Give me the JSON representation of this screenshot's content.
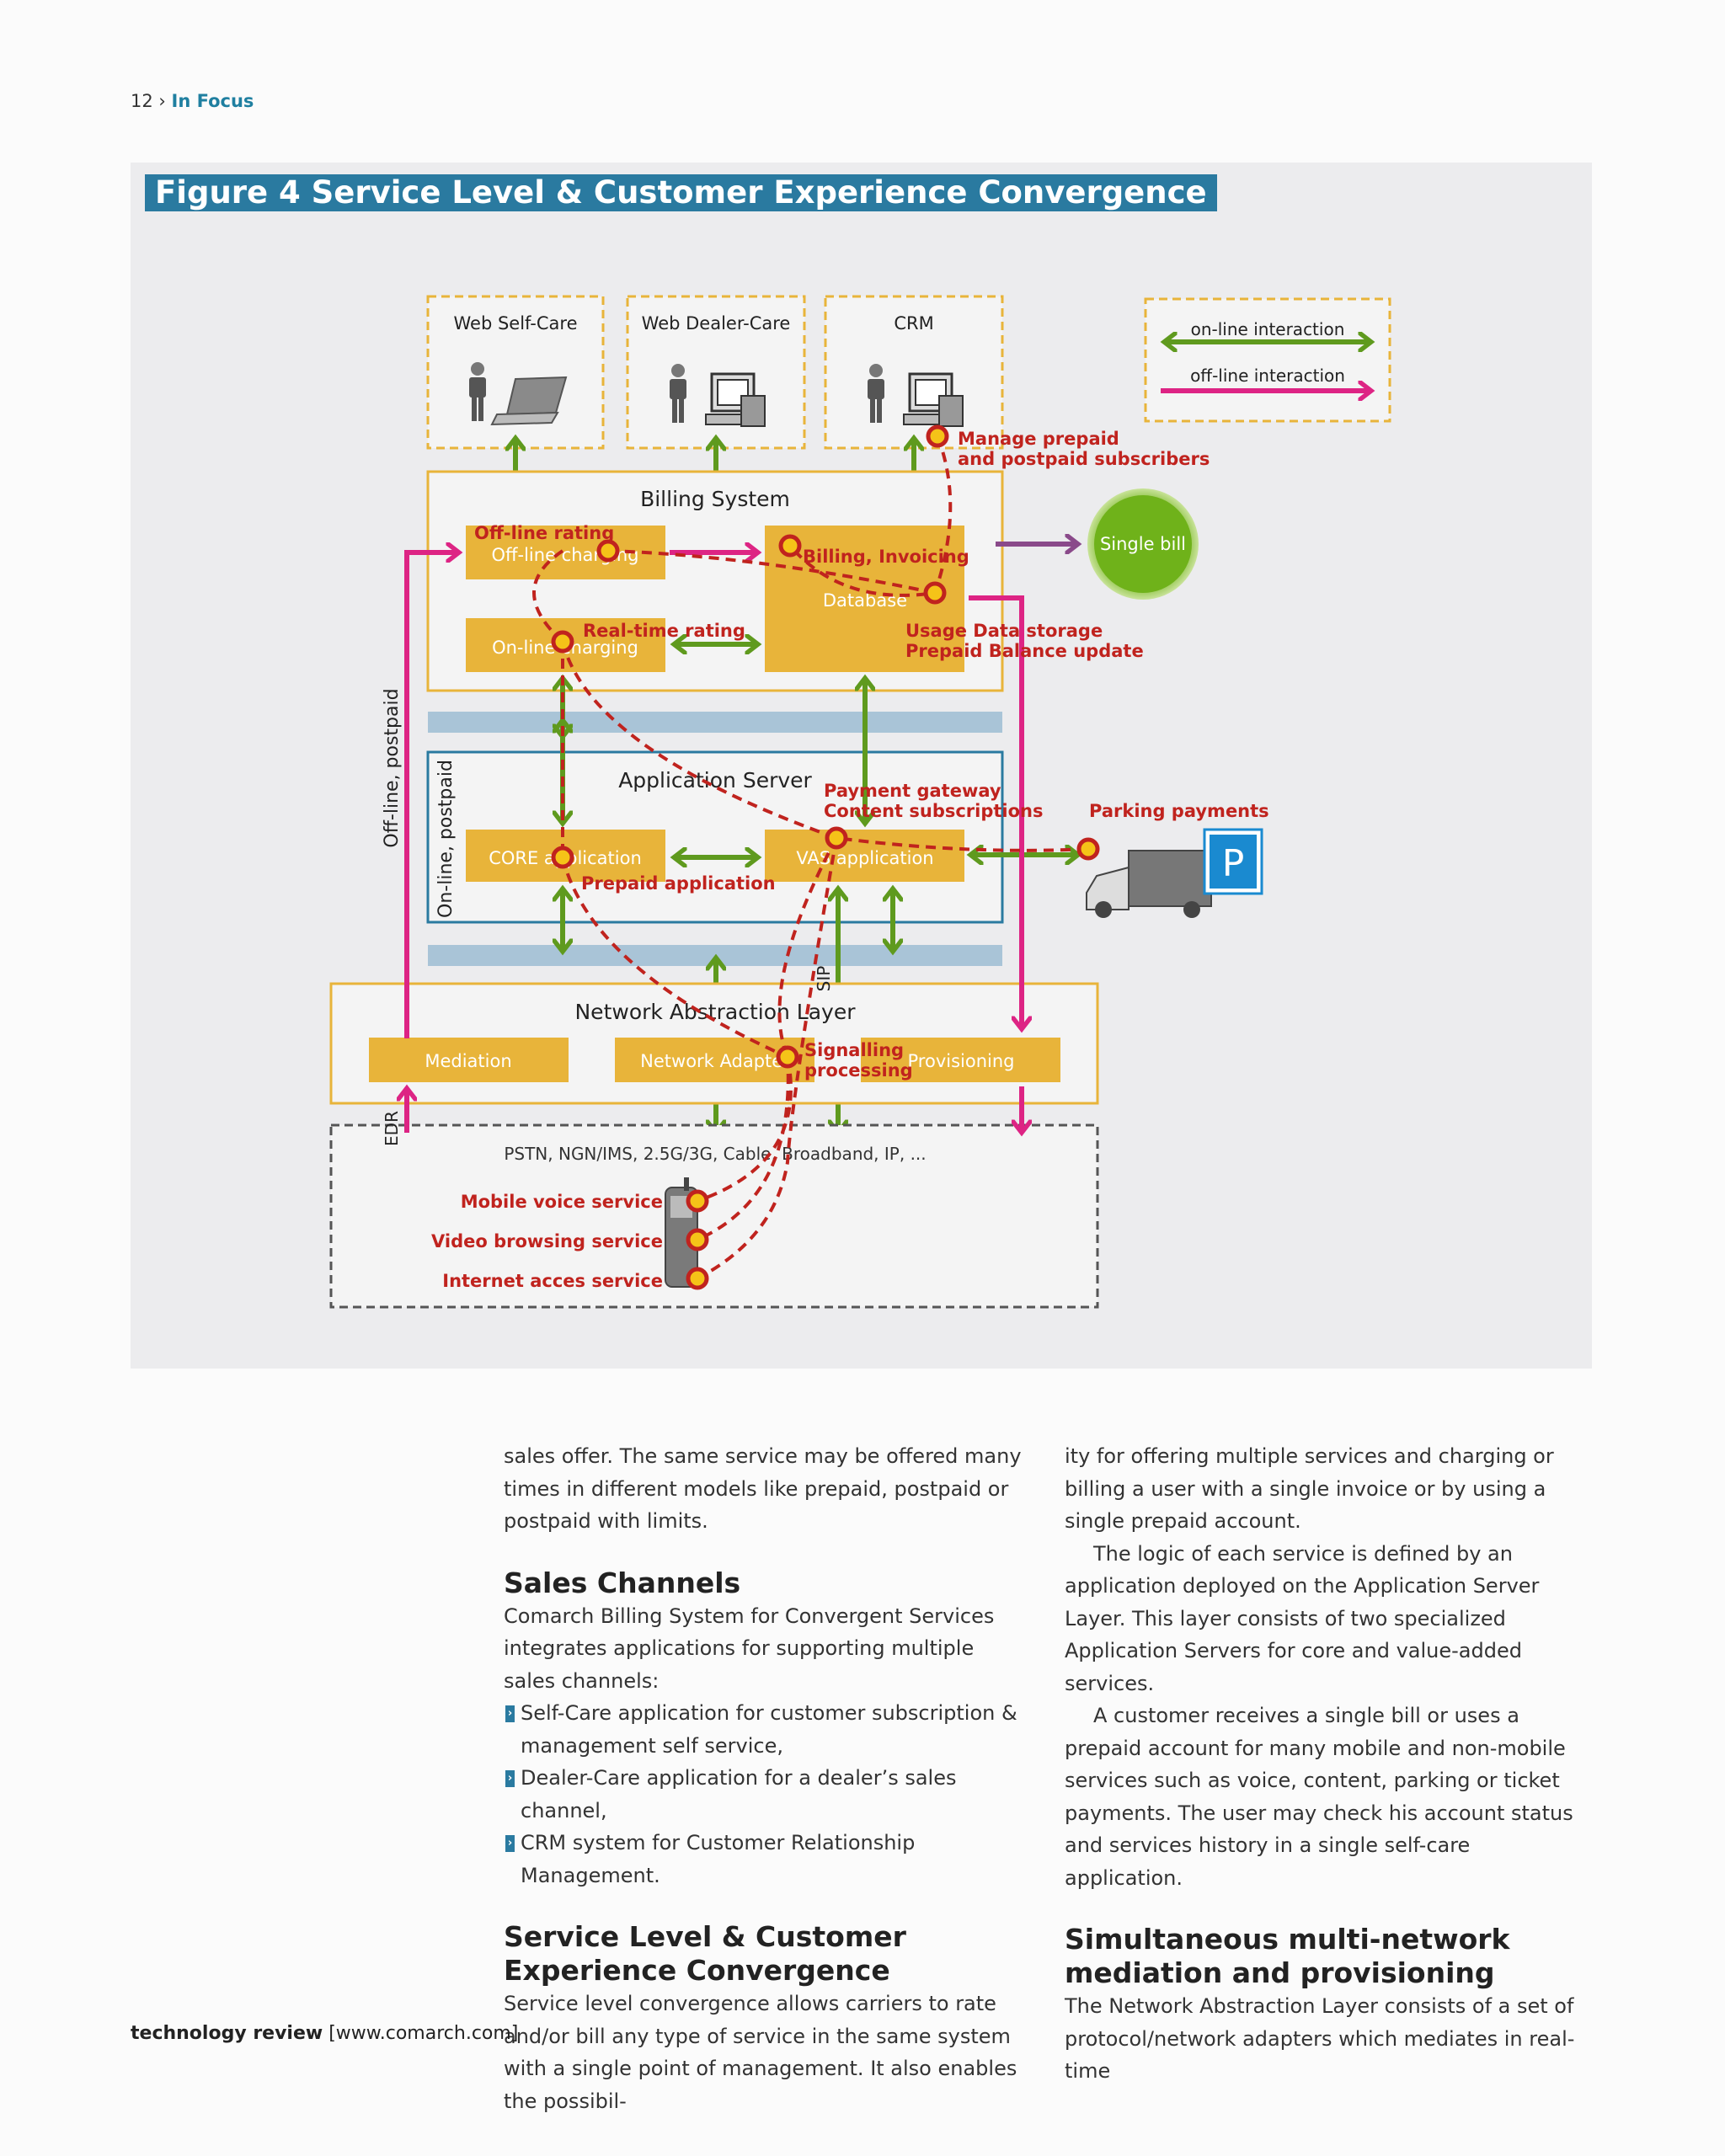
{
  "header": {
    "page_number": "12",
    "separator": "›",
    "section": "In Focus"
  },
  "figure": {
    "title": "Figure 4 Service Level & Customer Experience Convergence",
    "channels": [
      "Web Self-Care",
      "Web Dealer-Care",
      "CRM"
    ],
    "legend": {
      "online": "on-line interaction",
      "offline": "off-line interaction"
    },
    "billing": {
      "title": "Billing System",
      "offline_charging": "Off-line charging",
      "online_charging": "On-line charging",
      "database": "Database"
    },
    "single_bill": "Single bill",
    "app_server": {
      "title": "Application Server",
      "core": "CORE application",
      "vas": "VAS application"
    },
    "nal": {
      "title": "Network Abstraction Layer",
      "mediation": "Mediation",
      "adapter": "Network Adapter",
      "provisioning": "Provisioning"
    },
    "networks": "PSTN, NGN/IMS, 2.5G/3G, Cable, Broadband, IP, ...",
    "side_labels": {
      "offline_postpaid": "Off-line, postpaid",
      "online_postpaid": "On-line, postpaid",
      "edr": "EDR",
      "sip": "SIP"
    },
    "annotations": {
      "manage_1": "Manage prepaid",
      "manage_2": "and postpaid subscribers",
      "offline_rating": "Off-line rating",
      "billing_invoicing": "Billing, Invoicing",
      "realtime_rating": "Real-time rating",
      "usage_1": "Usage Data storage",
      "usage_2": "Prepaid Balance update",
      "payment_1": "Payment gateway",
      "payment_2": "Content subscriptions",
      "parking": "Parking payments",
      "prepaid_app": "Prepaid application",
      "signalling_1": "Signalling",
      "signalling_2": "processing",
      "mobile_voice": "Mobile voice service",
      "video": "Video browsing service",
      "internet": "Internet acces service"
    },
    "parking_sign": "P",
    "colors": {
      "orange": "#e8b43a",
      "green": "#5f9a1e",
      "magenta": "#dd2484",
      "red": "#c0231e",
      "blue_band": "#a9c4d7"
    }
  },
  "left_column": {
    "intro": "sales offer. The same service may be offered many times in different models like prepaid, postpaid or postpaid with limits.",
    "h1": "Sales Channels",
    "p1": "Comarch Billing System for Convergent Services integrates applications for supporting multiple sales channels:",
    "bullets": [
      "Self-Care application for customer subscription & management self service,",
      "Dealer-Care application for a dealer’s sales channel,",
      "CRM system for Customer Relationship Management."
    ],
    "h2": "Service Level & Customer Experience Convergence",
    "p2": "Service level convergence allows carriers to rate and/or bill any type of service in the same system with a single point of management. It also enables the possibil-"
  },
  "right_column": {
    "p1": "ity for offering multiple services and charging or billing a user with a single invoice or by using a single prepaid account.",
    "p2": "The logic of each service is defined by an application deployed on the Application Server Layer. This layer consists of two specialized Application Servers for core and value-added services.",
    "p3": "A customer receives a single bill or uses a prepaid account for many mobile and non-mobile services such as voice, content, parking or ticket payments. The user may check his account status and services history in a single self-care application.",
    "h1": "Simultaneous multi-network mediation and provisioning",
    "p4": "The Network Abstraction Layer consists of a set of protocol/network adapters which mediates in real-time"
  },
  "footer": {
    "brand": "technology review",
    "url": "[www.comarch.com]"
  }
}
